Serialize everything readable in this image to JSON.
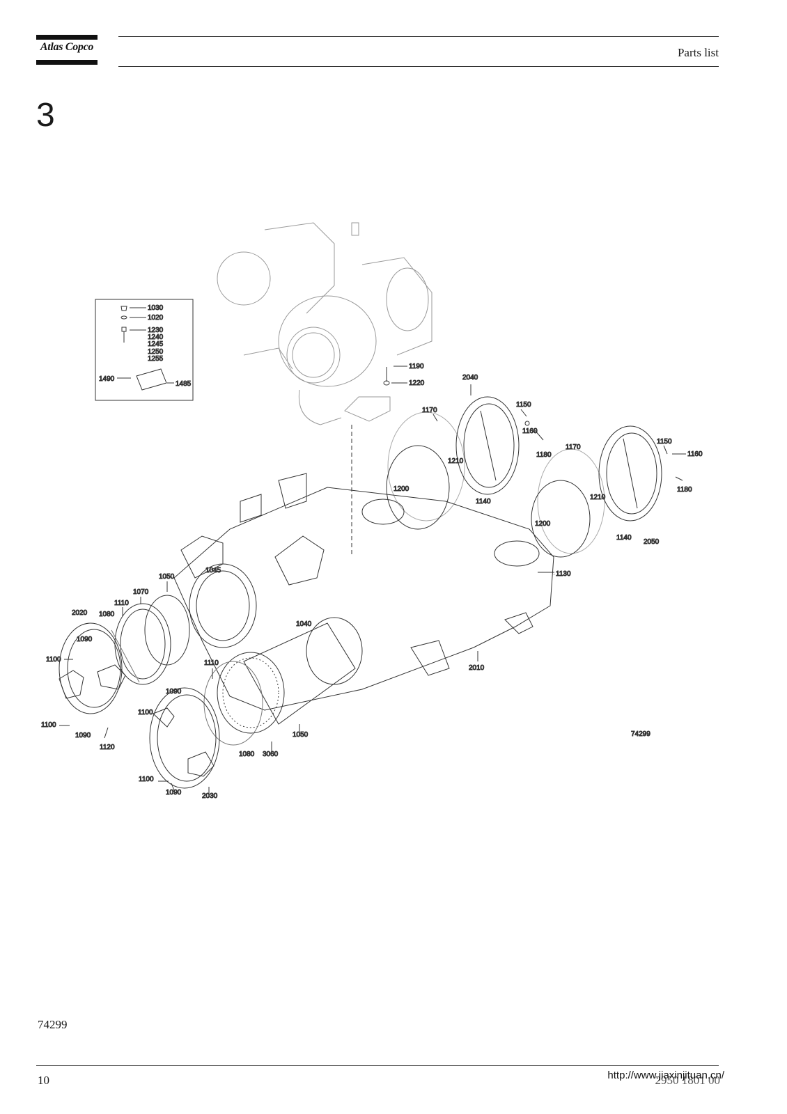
{
  "header": {
    "logo_text": "Atlas Copco",
    "title": "Parts list"
  },
  "section_number": "3",
  "drawing": {
    "callouts": {
      "inset": [
        "1030",
        "1020",
        "1230",
        "1240",
        "1245",
        "1250",
        "1255",
        "1490",
        "1485"
      ],
      "compressor": [
        "1190",
        "1220"
      ],
      "right_cover_1": [
        "2040",
        "1150",
        "1160",
        "1180",
        "1170",
        "1210",
        "1200",
        "1140"
      ],
      "right_cover_2": [
        "1170",
        "1150",
        "1160",
        "1180",
        "1210",
        "1200",
        "1140",
        "2050"
      ],
      "housing": [
        "1045",
        "1130",
        "2010",
        "1040"
      ],
      "left_upper": [
        "1050",
        "1070",
        "1110",
        "2020",
        "1080",
        "1090",
        "1100",
        "1100",
        "1090",
        "1120"
      ],
      "left_lower": [
        "1090",
        "1100",
        "1110",
        "1080",
        "3060",
        "1050",
        "1100",
        "1090",
        "2030"
      ],
      "figure_label": "74299"
    }
  },
  "figure_reference": "74299",
  "footer": {
    "page_number": "10",
    "document_number": "2950 1801 00",
    "watermark": "http://www.jiaxinjituan.cn/"
  }
}
